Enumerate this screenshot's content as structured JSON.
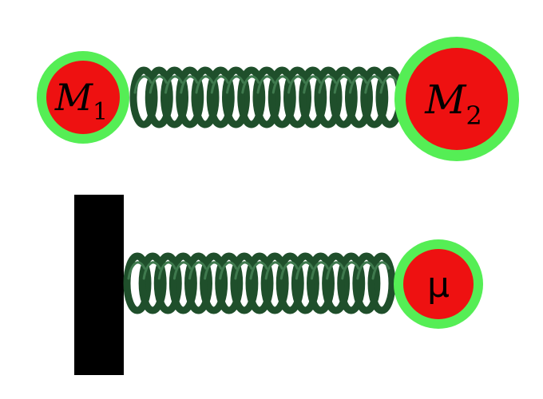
{
  "diagram": {
    "two_body": {
      "mass_1": {
        "symbol": "M",
        "subscript": "1"
      },
      "mass_2": {
        "symbol": "M",
        "subscript": "2"
      }
    },
    "reduced": {
      "mass": {
        "symbol": "μ"
      },
      "anchor": "wall"
    },
    "colors": {
      "mass_fill": "#ee1111",
      "mass_ring": "#55ee55",
      "spring": "#1f4f2b",
      "spring_highlight": "#3f7a4e",
      "wall": "#000000",
      "background": "#ffffff"
    }
  }
}
